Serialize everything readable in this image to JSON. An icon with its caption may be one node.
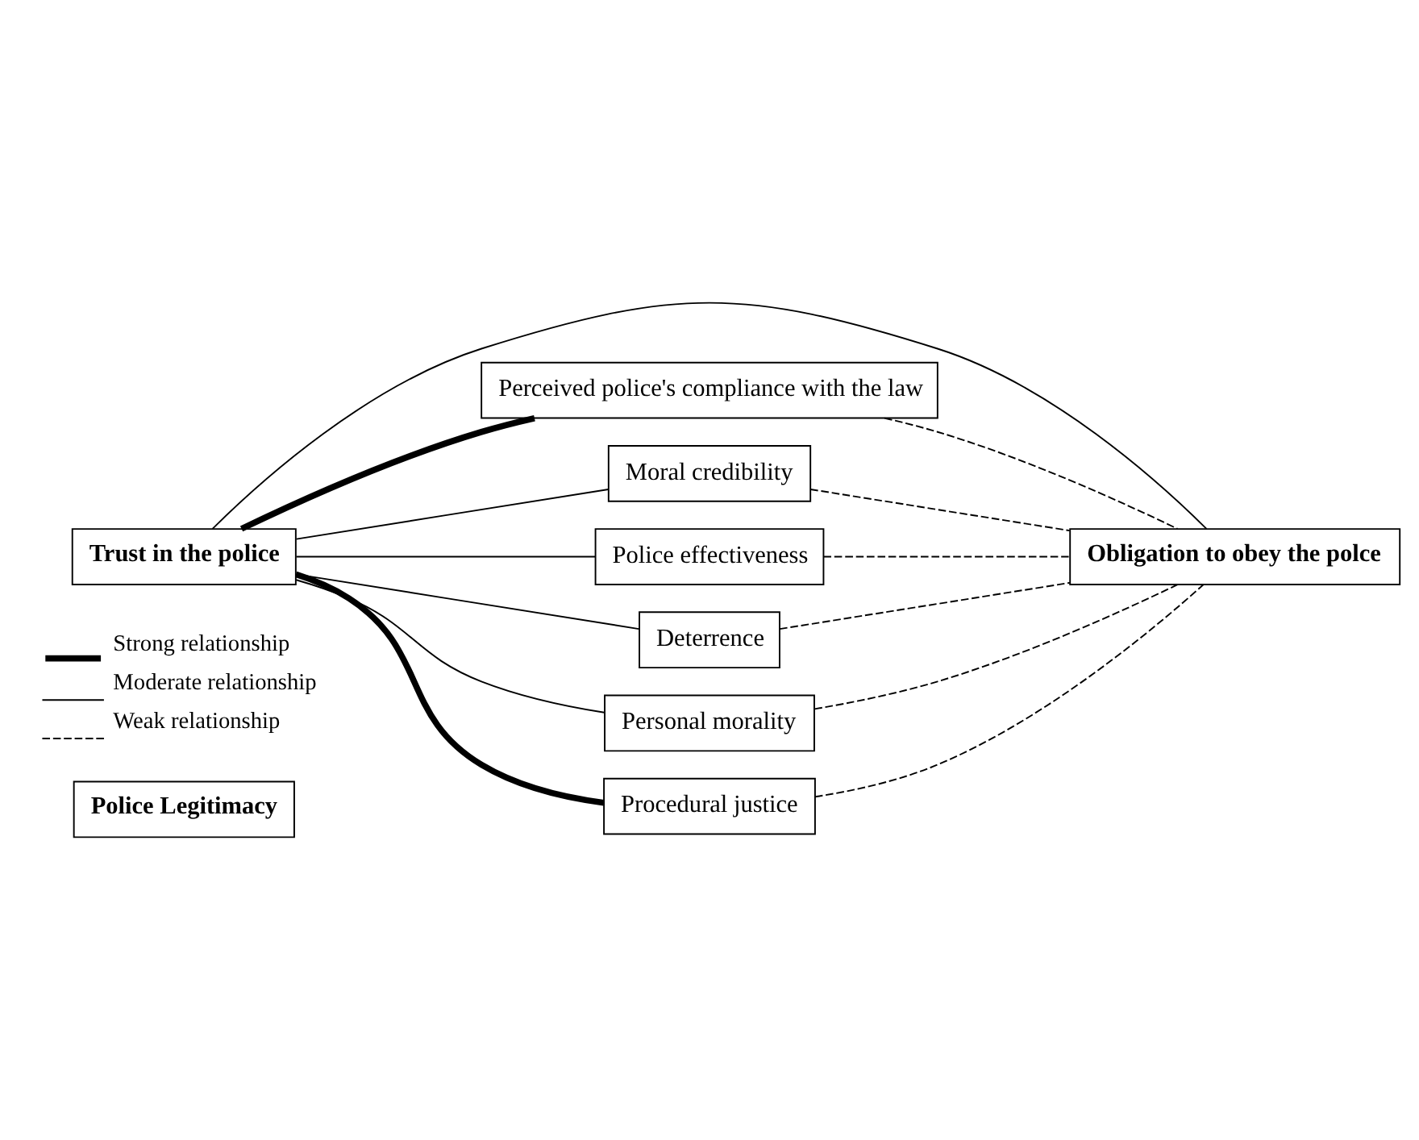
{
  "diagram": {
    "nodes": [
      {
        "text": [
          "Police Legitimacy"
        ]
      },
      {
        "text": [
          "Trust in the police"
        ]
      },
      {
        "text": [
          "Obligation to obey the polce"
        ]
      },
      {
        "text": [
          "Perceived police's compliance with the law"
        ]
      },
      {
        "text": [
          "Moral credibility"
        ]
      },
      {
        "text": [
          "Police effectiveness"
        ]
      },
      {
        "text": [
          "Deterrence"
        ]
      },
      {
        "text": [
          "Personal morality"
        ]
      },
      {
        "text": [
          "Procedural justice"
        ]
      }
    ],
    "edges": [
      {
        "from": 1,
        "to": 2,
        "arrow": "none"
      },
      {
        "from": 1,
        "to": 3,
        "arrow": "none",
        "style": "thick"
      },
      {
        "from": 1,
        "to": 4,
        "arrow": "none"
      },
      {
        "from": 1,
        "to": 5,
        "arrow": "none"
      },
      {
        "from": 1,
        "to": 6,
        "arrow": "none"
      },
      {
        "from": 1,
        "to": 7,
        "arrow": "none"
      },
      {
        "from": 1,
        "to": 8,
        "arrow": "none",
        "style": "thick"
      },
      {
        "from": 2,
        "to": 3,
        "arrow": "none",
        "style": "dashed"
      },
      {
        "from": 2,
        "to": 4,
        "arrow": "none",
        "style": "dashed"
      },
      {
        "from": 2,
        "to": 5,
        "arrow": "none",
        "style": "dashed"
      },
      {
        "from": 2,
        "to": 6,
        "arrow": "none",
        "style": "dashed"
      },
      {
        "from": 2,
        "to": 7,
        "arrow": "none",
        "style": "dashed"
      },
      {
        "from": 2,
        "to": 8,
        "arrow": "none",
        "style": "dashed"
      }
    ],
    "legend": [
      {
        "text": "Strong relationship"
      },
      {
        "text": "Moderate relationship"
      },
      {
        "text": "Weak relationship"
      }
    ]
  }
}
